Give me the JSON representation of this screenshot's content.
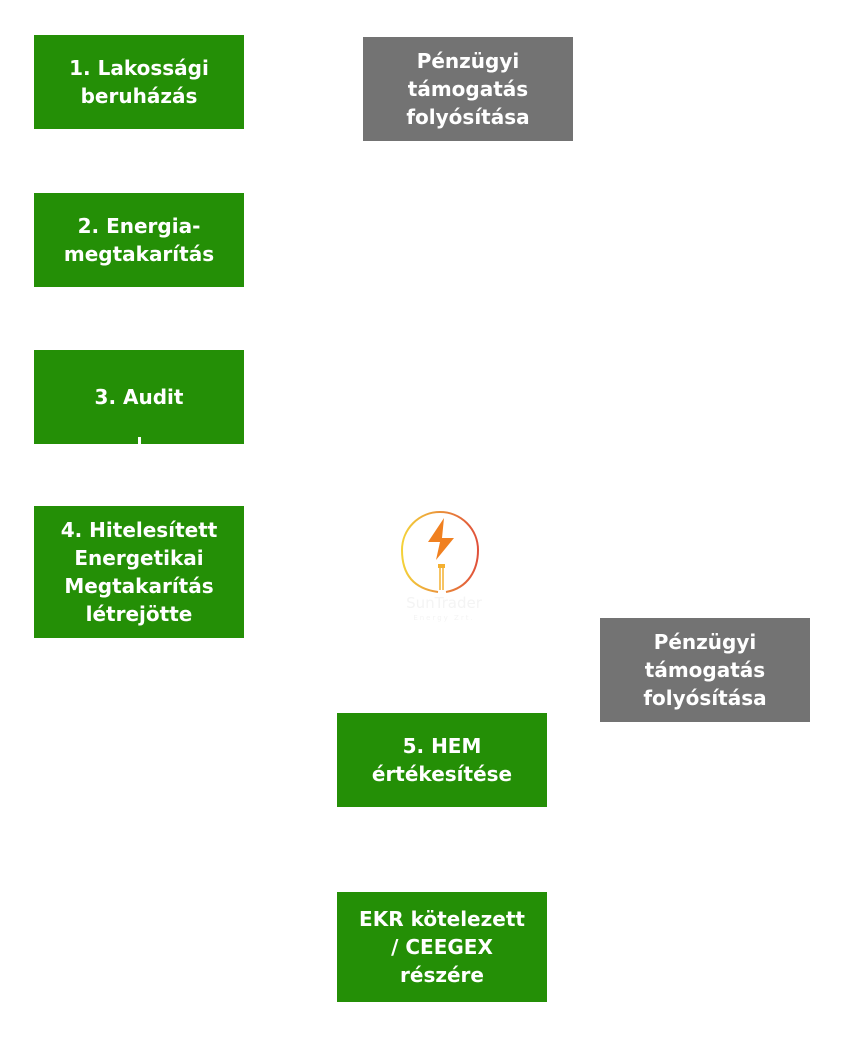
{
  "steps": {
    "s1": "1. Lakossági\nberuházás",
    "s2": "2. Energia-\nmegtakarítás",
    "s3": "3. Audit",
    "s4": "4. Hitelesített\nEnergetikai\nMegtakarítás\nlétrejötte",
    "s5": "5. HEM\nértékesítése",
    "s6": "EKR kötelezett\n/ CEEGEX\nrészére"
  },
  "payments": {
    "p1": "Pénzügyi\ntámogatás\nfolyósítása",
    "p2": "Pénzügyi\ntámogatás\nfolyósítása"
  },
  "logo": {
    "name": "SunTrader",
    "sub": "Energy Zrt."
  },
  "colors": {
    "green": "#248f06",
    "gray": "#737373"
  }
}
